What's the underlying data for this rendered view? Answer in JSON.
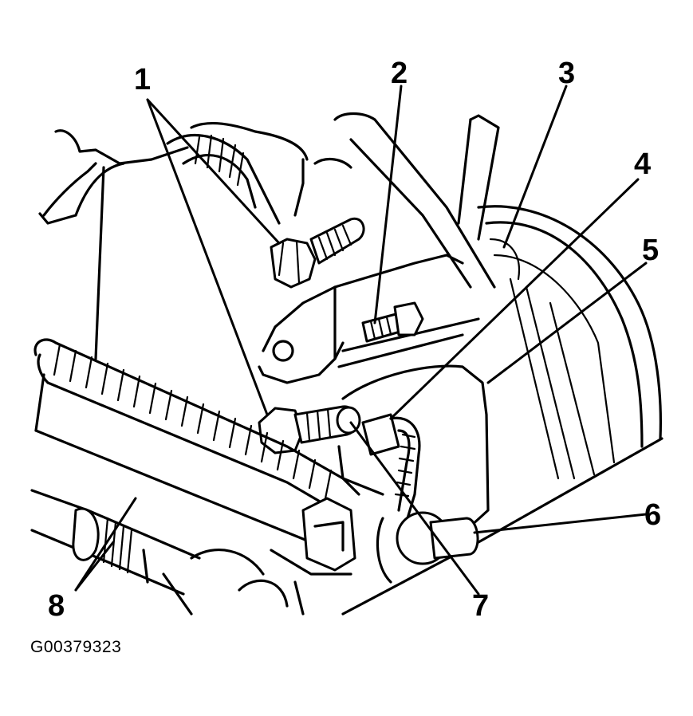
{
  "figure": {
    "id_text": "G00379323"
  },
  "callouts": [
    {
      "label": "1"
    },
    {
      "label": "2"
    },
    {
      "label": "3"
    },
    {
      "label": "4"
    },
    {
      "label": "5"
    },
    {
      "label": "6"
    },
    {
      "label": "7"
    },
    {
      "label": "8"
    }
  ]
}
